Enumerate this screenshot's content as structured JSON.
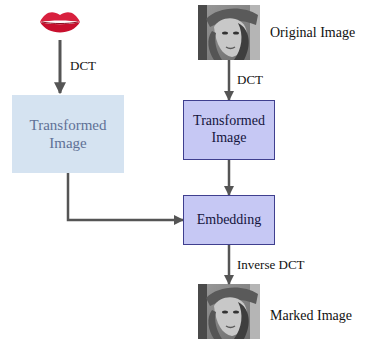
{
  "diagram": {
    "nodes": [
      {
        "text": [
          "Original Image"
        ]
      },
      {
        "text": [
          "Transformed Image"
        ]
      },
      {
        "text": [
          "Transformed Image"
        ]
      },
      {
        "text": [
          "Embedding"
        ]
      },
      {
        "text": [
          "Marked Image"
        ]
      }
    ],
    "edges": [
      {
        "from": 0,
        "to": 2,
        "arrow": "to",
        "label": "DCT"
      },
      {
        "from": 2,
        "to": 3,
        "arrow": "to"
      },
      {
        "from": 1,
        "to": 3,
        "arrow": "to"
      },
      {
        "from": 3,
        "to": 4,
        "arrow": "to",
        "label": "Inverse DCT"
      }
    ],
    "labels": [
      "DCT"
    ]
  }
}
